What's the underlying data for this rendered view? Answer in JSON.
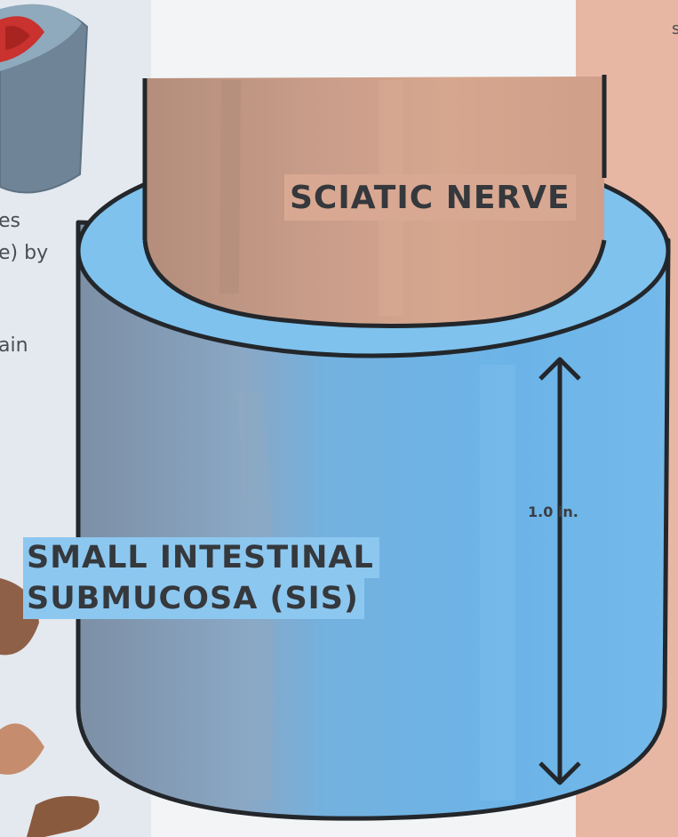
{
  "diagram": {
    "nerve_label": "SCIATIC NERVE",
    "sis_label_line1": "SMALL INTESTINAL",
    "sis_label_line2": "SUBMUCOSA (SIS)",
    "dimension_label": "1.0 in."
  },
  "background_text": {
    "fragment_1": "es",
    "fragment_2": "e) by",
    "fragment_3": "ain",
    "fragment_4": "s"
  },
  "colors": {
    "sis_blue": "#6fb5e6",
    "sis_top": "#7fc2ee",
    "sis_shadow": "#7f93a8",
    "nerve": "#c89a86",
    "nerve_label_bg": "#d9a892",
    "sis_label_bg": "#8cc7ef",
    "outline": "#23272b",
    "right_panel": "#e8b7a4"
  }
}
